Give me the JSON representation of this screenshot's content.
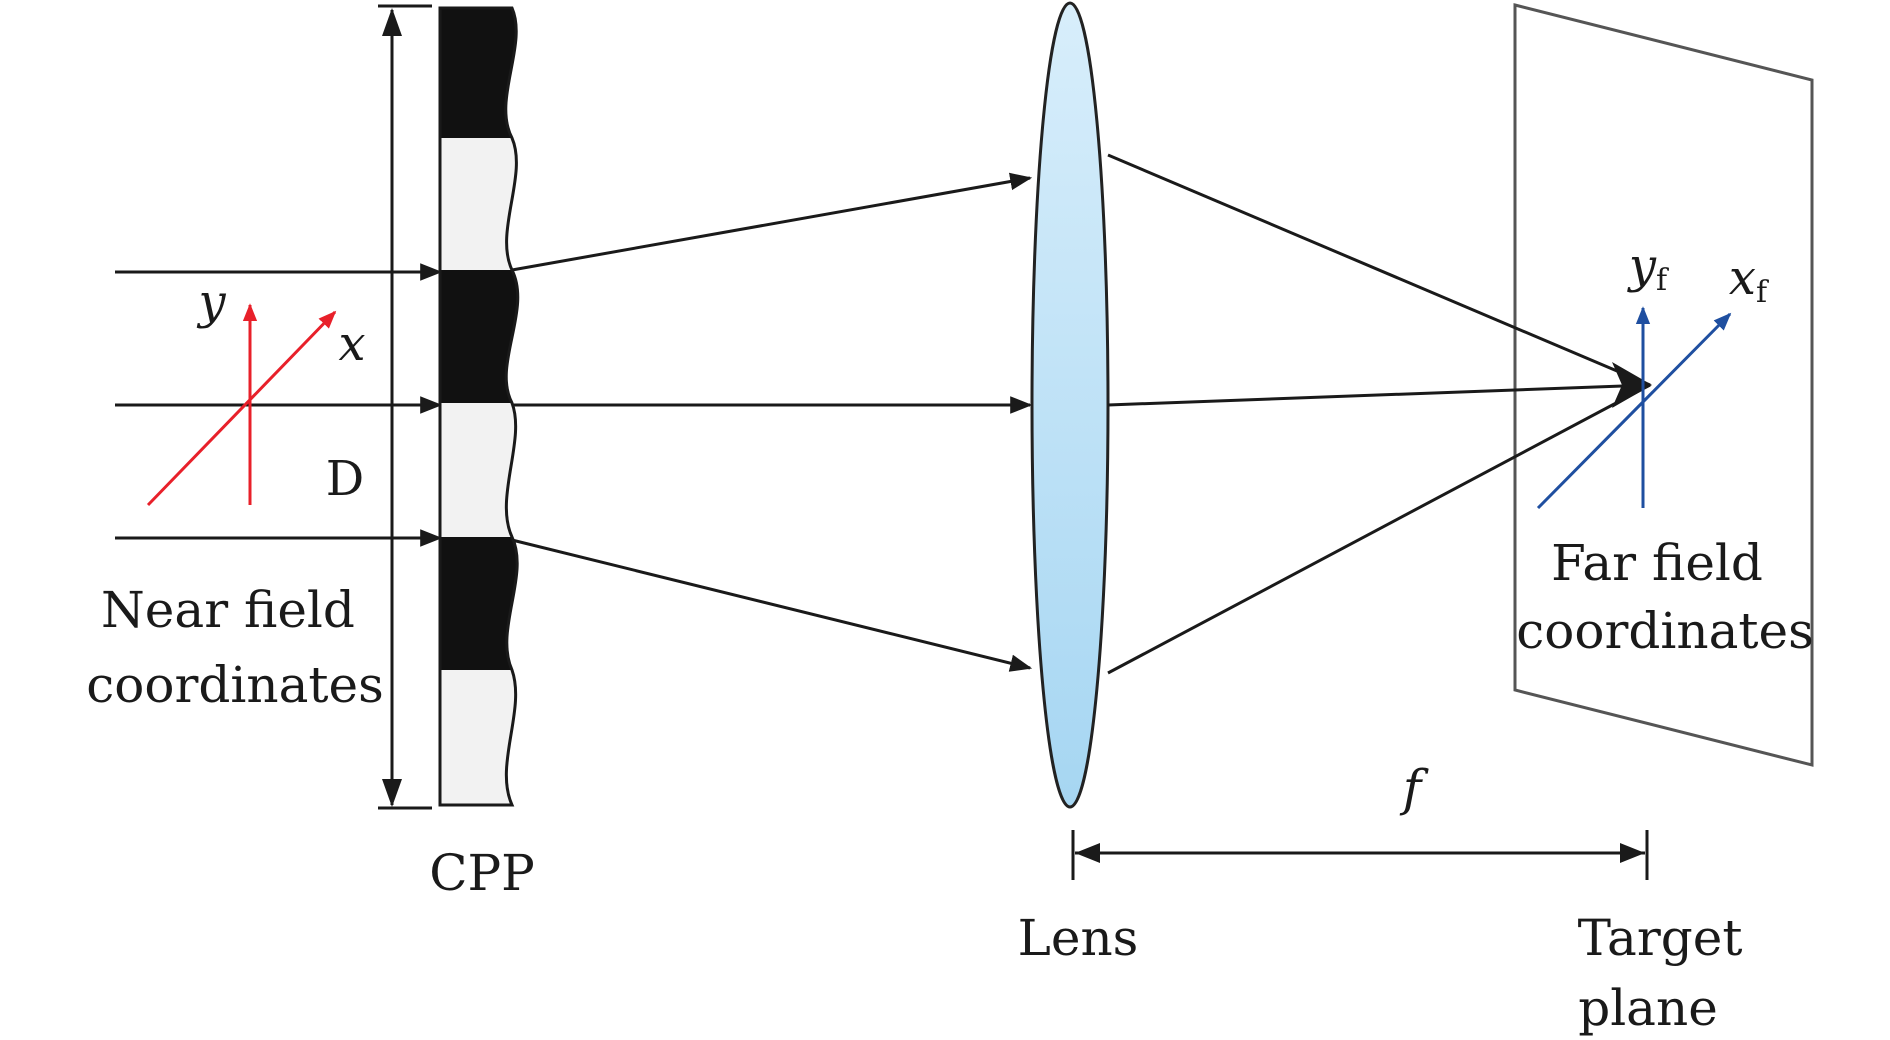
{
  "labels": {
    "near_field_line1": "Near field",
    "near_field_line2": "coordinates",
    "cpp": "CPP",
    "lens": "Lens",
    "target_line1": "Target",
    "target_line2": "plane",
    "far_field_line1": "Far field",
    "far_field_line2": "coordinates",
    "diameter": "D",
    "focal_length": "f",
    "near_x": "x",
    "near_y": "y",
    "far_x": "x",
    "far_y": "y",
    "far_subscript": "f"
  },
  "colors": {
    "near_axes": "#e8202a",
    "far_axes": "#1f4fa0",
    "lens_fill_top": "#d8eefb",
    "lens_fill_bottom": "#a9d8f3",
    "ink": "#1a1a1a",
    "cpp_dark": "#111111"
  }
}
